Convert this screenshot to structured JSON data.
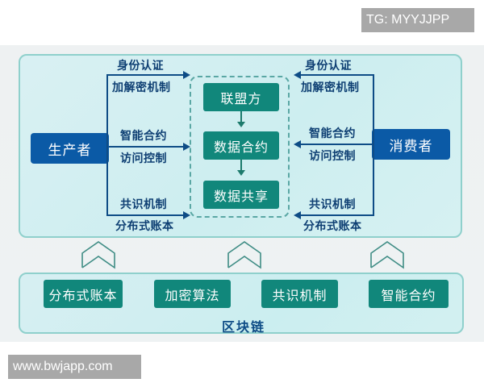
{
  "watermarks": {
    "top_right": "TG: MYYJJPP",
    "bottom_left": "www.bwjapp.com"
  },
  "diagram": {
    "producer": "生产者",
    "consumer": "消费者",
    "center_flow": [
      "联盟方",
      "数据合约",
      "数据共享"
    ],
    "left_labels": {
      "top_above": "身份认证",
      "top_below": "加解密机制",
      "mid_above": "智能合约",
      "mid_below": "访问控制",
      "bottom_above": "共识机制",
      "bottom_below": "分布式账本"
    },
    "right_labels": {
      "top_above": "身份认证",
      "top_below": "加解密机制",
      "mid_above": "智能合约",
      "mid_below": "访问控制",
      "bottom_above": "共识机制",
      "bottom_below": "分布式账本"
    },
    "blockchain": {
      "title": "区块链",
      "components": [
        "分布式账本",
        "加密算法",
        "共识机制",
        "智能合约"
      ]
    },
    "colors": {
      "role_blue": "#0b5aa6",
      "teal": "#11877b",
      "arrow_navy": "#0e4c86",
      "panel_border": "#8fd0cc",
      "panel_fill": "#d3eff1"
    }
  }
}
